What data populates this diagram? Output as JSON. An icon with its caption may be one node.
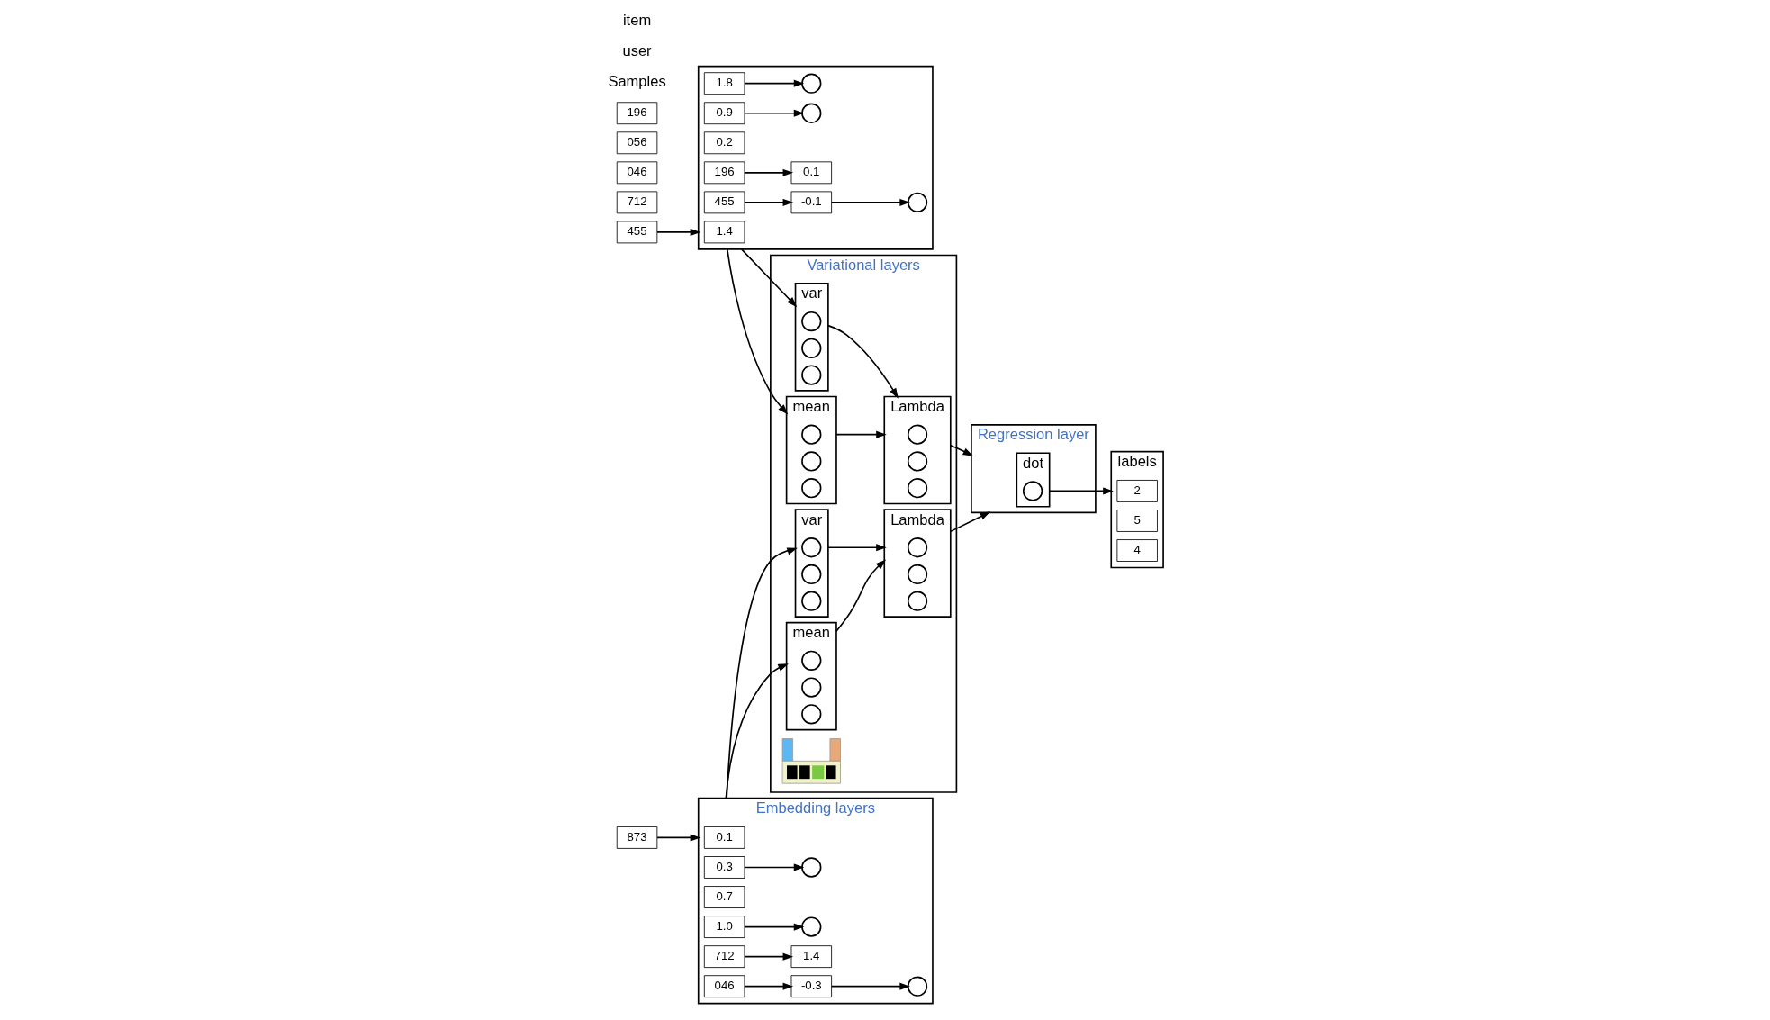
{
  "diagram": {
    "nodes": [
      {
        "text": [
          "Embedding layers"
        ]
      },
      {
        "text": [
          "0.1"
        ],
        "in": 0
      },
      {
        "text": [
          "0.3"
        ],
        "in": 0
      },
      {
        "text": [],
        "shape": "circle",
        "in": 0
      },
      {
        "text": [
          "0.7"
        ],
        "in": 0
      },
      {
        "text": [
          "1.0"
        ],
        "in": 0
      },
      {
        "text": [],
        "shape": "circle",
        "in": 0
      },
      {
        "text": [
          "1.4"
        ],
        "in": 0
      },
      {
        "text": [
          "-0.3"
        ],
        "in": 0
      },
      {
        "text": [],
        "shape": "circle",
        "in": 0
      },
      {
        "text": [
          "712"
        ],
        "in": 0
      },
      {
        "text": [
          "046"
        ],
        "in": 0
      },
      {
        "text": [
          "Variational layers"
        ]
      },
      {
        "text": [
          "mean"
        ],
        "in": 12
      },
      {
        "text": [],
        "shape": "circle",
        "in": 13
      },
      {
        "text": [],
        "shape": "circle",
        "in": 13
      },
      {
        "text": [],
        "shape": "circle",
        "in": 13
      },
      {
        "text": [
          "Lambda"
        ],
        "in": 12
      },
      {
        "text": [],
        "shape": "circle",
        "in": 17
      },
      {
        "text": [],
        "shape": "circle",
        "in": 17
      },
      {
        "text": [],
        "shape": "circle",
        "in": 17
      },
      {
        "text": [
          "var"
        ],
        "in": 12
      },
      {
        "text": [],
        "shape": "circle",
        "in": 21
      },
      {
        "text": [],
        "shape": "circle",
        "in": 21
      },
      {
        "text": [],
        "shape": "circle",
        "in": 21
      },
      {
        "text": [],
        "shape": "picture",
        "in": 12
      },
      {
        "text": [
          "mean"
        ],
        "in": 12
      },
      {
        "text": [],
        "shape": "circle",
        "in": 26
      },
      {
        "text": [],
        "shape": "circle",
        "in": 26
      },
      {
        "text": [],
        "shape": "circle",
        "in": 26
      },
      {
        "text": [
          "Lambda"
        ],
        "in": 12
      },
      {
        "text": [],
        "shape": "circle",
        "in": 30
      },
      {
        "text": [],
        "shape": "circle",
        "in": 30
      },
      {
        "text": [],
        "shape": "circle",
        "in": 30
      },
      {
        "text": [
          "var"
        ],
        "in": 12
      },
      {
        "text": [],
        "shape": "circle",
        "in": 34
      },
      {
        "text": [],
        "shape": "circle",
        "in": 34
      },
      {
        "text": [],
        "shape": "circle",
        "in": 34
      },
      {
        "text": [
          "Regression layer"
        ]
      },
      {
        "text": [
          "dot"
        ],
        "in": 38
      },
      {
        "text": [],
        "shape": "circle",
        "in": 39
      },
      {
        "text": [
          "labels"
        ]
      },
      {
        "text": [
          "2"
        ],
        "in": 41
      },
      {
        "text": [
          "5"
        ],
        "in": 41
      },
      {
        "text": [
          "4"
        ],
        "in": 41
      },
      {
        "text": [
          "712"
        ]
      },
      {
        "text": [
          "046"
        ]
      },
      {
        "text": [
          "873"
        ]
      },
      {
        "text": [],
        "shape": "box"
      },
      {
        "text": [
          "1.4"
        ],
        "in": 48
      },
      {
        "text": [
          "1.8"
        ],
        "in": 48
      },
      {
        "text": [],
        "shape": "circle",
        "in": 48
      },
      {
        "text": [
          "0.2"
        ],
        "in": 48
      },
      {
        "text": [
          "0.9"
        ],
        "in": 48
      },
      {
        "text": [],
        "shape": "circle",
        "in": 48
      },
      {
        "text": [
          "0.1"
        ],
        "in": 48
      },
      {
        "text": [
          "-0.1"
        ],
        "in": 48
      },
      {
        "text": [],
        "shape": "circle",
        "in": 48
      },
      {
        "text": [
          "196"
        ],
        "in": 48
      },
      {
        "text": [
          "455"
        ],
        "in": 48
      },
      {
        "text": [
          "056"
        ]
      },
      {
        "text": [
          "196"
        ]
      },
      {
        "text": [
          "455"
        ]
      }
    ],
    "edges": [
      {
        "from": 2,
        "to": 3,
        "arrow": "to"
      },
      {
        "from": 5,
        "to": 6,
        "arrow": "to"
      },
      {
        "from": 8,
        "to": 9,
        "arrow": "to"
      },
      {
        "from": 10,
        "to": 7,
        "arrow": "to"
      },
      {
        "from": 11,
        "to": 8,
        "arrow": "to"
      },
      {
        "from": 47,
        "to": 0,
        "arrow": "to"
      },
      {
        "from": 0,
        "to": 13,
        "arrow": "to"
      },
      {
        "from": 0,
        "to": 21,
        "arrow": "to"
      },
      {
        "from": 13,
        "to": 17,
        "arrow": "to"
      },
      {
        "from": 21,
        "to": 17,
        "arrow": "to"
      },
      {
        "from": 50,
        "to": 51,
        "arrow": "to"
      },
      {
        "from": 53,
        "to": 54,
        "arrow": "to"
      },
      {
        "from": 56,
        "to": 57,
        "arrow": "to"
      },
      {
        "from": 58,
        "to": 55,
        "arrow": "to"
      },
      {
        "from": 59,
        "to": 56,
        "arrow": "to"
      },
      {
        "from": 62,
        "to": 48,
        "arrow": "to"
      },
      {
        "from": 48,
        "to": 26,
        "arrow": "to"
      },
      {
        "from": 48,
        "to": 34,
        "arrow": "to"
      },
      {
        "from": 26,
        "to": 30,
        "arrow": "to"
      },
      {
        "from": 34,
        "to": 30,
        "arrow": "to"
      },
      {
        "from": 17,
        "to": 38,
        "arrow": "to"
      },
      {
        "from": 30,
        "to": 38,
        "arrow": "to"
      },
      {
        "from": 39,
        "to": 41,
        "arrow": "to"
      }
    ],
    "labels": [
      "Samples",
      "user",
      "item"
    ]
  }
}
